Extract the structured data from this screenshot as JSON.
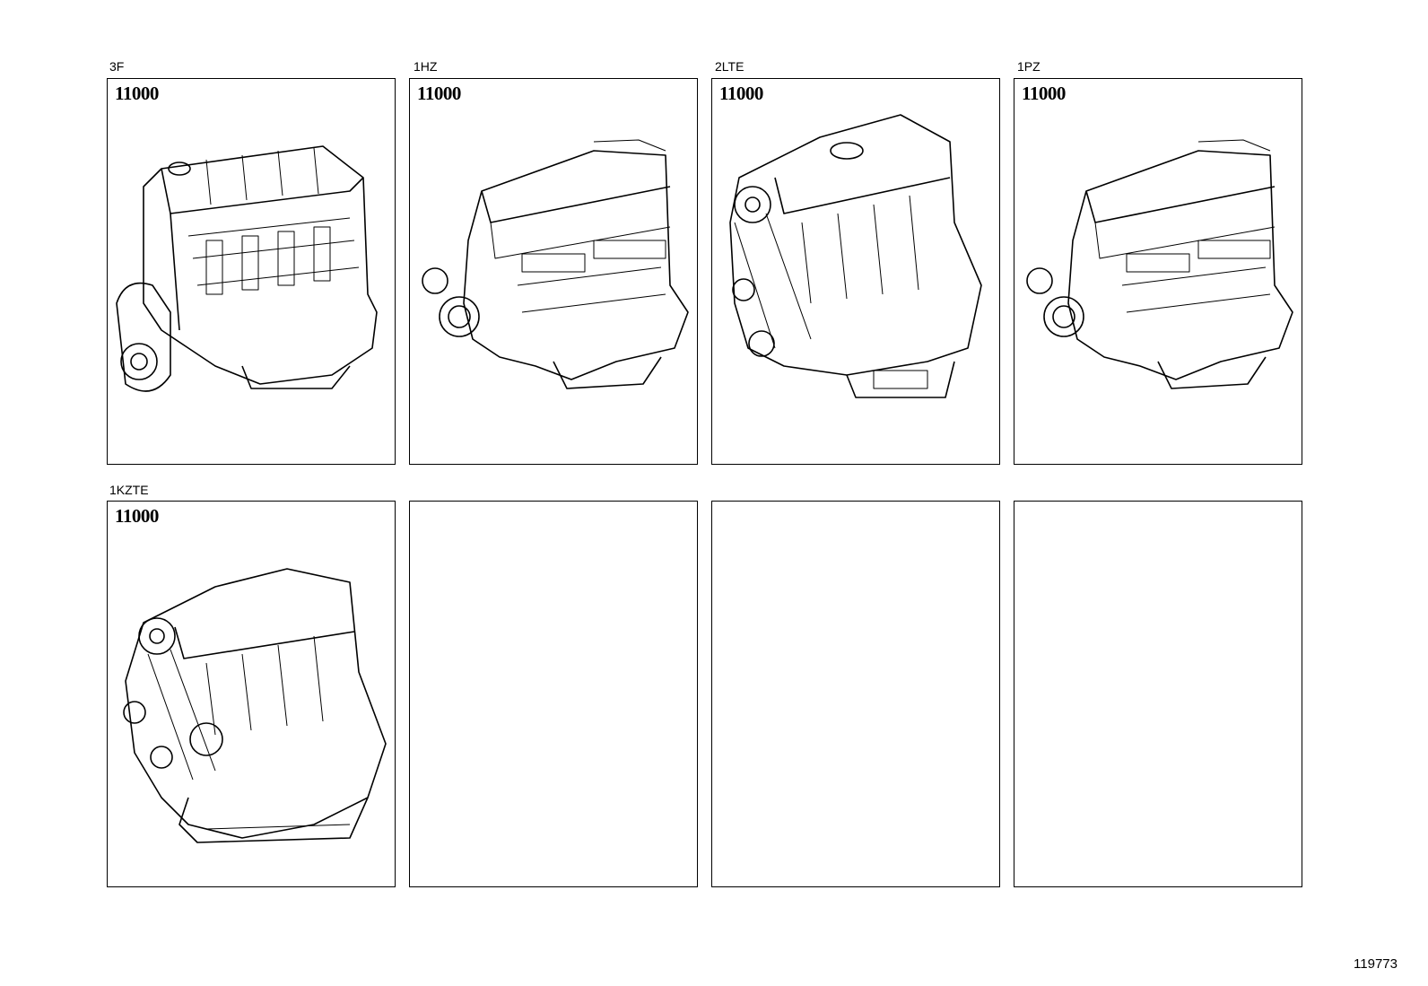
{
  "panels": [
    {
      "engine": "3F",
      "part_no": "11000"
    },
    {
      "engine": "1HZ",
      "part_no": "11000"
    },
    {
      "engine": "2LTE",
      "part_no": "11000"
    },
    {
      "engine": "1PZ",
      "part_no": "11000"
    },
    {
      "engine": "1KZTE",
      "part_no": "11000"
    }
  ],
  "illustration_number": "119773"
}
